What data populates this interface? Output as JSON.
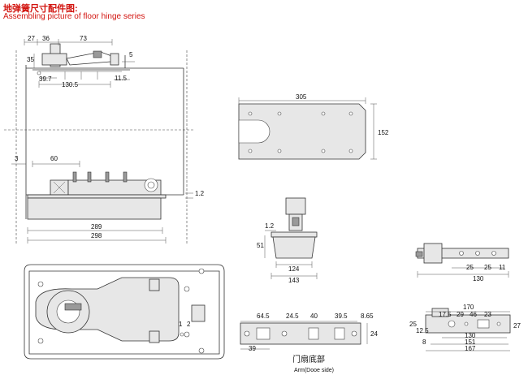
{
  "header": {
    "title_cn": "地弹簧尺寸配件图:",
    "title_en": "Assembling picture of floor hinge series"
  },
  "side_view": {
    "dims": {
      "d27": "27",
      "d36": "36",
      "d73": "73",
      "d35": "35",
      "d5": "5",
      "d39_7": "39.7",
      "d130_5": "130.5",
      "d11_5": "11.5",
      "d3": "3",
      "d60": "60",
      "d1_2": "1.2",
      "d289": "289",
      "d298": "298"
    }
  },
  "cover_plate": {
    "dims": {
      "width": "305",
      "height": "152"
    }
  },
  "pivot_box": {
    "dims": {
      "d1_2": "1.2",
      "d51": "51",
      "d124": "124",
      "d143": "143"
    }
  },
  "top_pivot": {
    "dims": {
      "d25a": "25",
      "d25b": "25",
      "d11": "11",
      "d130": "130"
    }
  },
  "plan_view": {
    "markers": {
      "m1": "1",
      "m2": "2"
    }
  },
  "arm_plate": {
    "dims": {
      "d64_5": "64.5",
      "d24_5": "24.5",
      "d40": "40",
      "d39_5": "39.5",
      "d8_65": "8.65",
      "d24": "24",
      "d39": "39"
    },
    "caption_cn": "门扇底部",
    "caption_en": "Arm(Dooe side)"
  },
  "top_arm": {
    "dims": {
      "d170": "170",
      "d17_5": "17.5",
      "d29": "29",
      "d46": "46",
      "d23": "23",
      "d25": "25",
      "d12_5": "12.5",
      "d27": "27",
      "d130": "130",
      "d8": "8",
      "d151": "151",
      "d167": "167"
    }
  }
}
